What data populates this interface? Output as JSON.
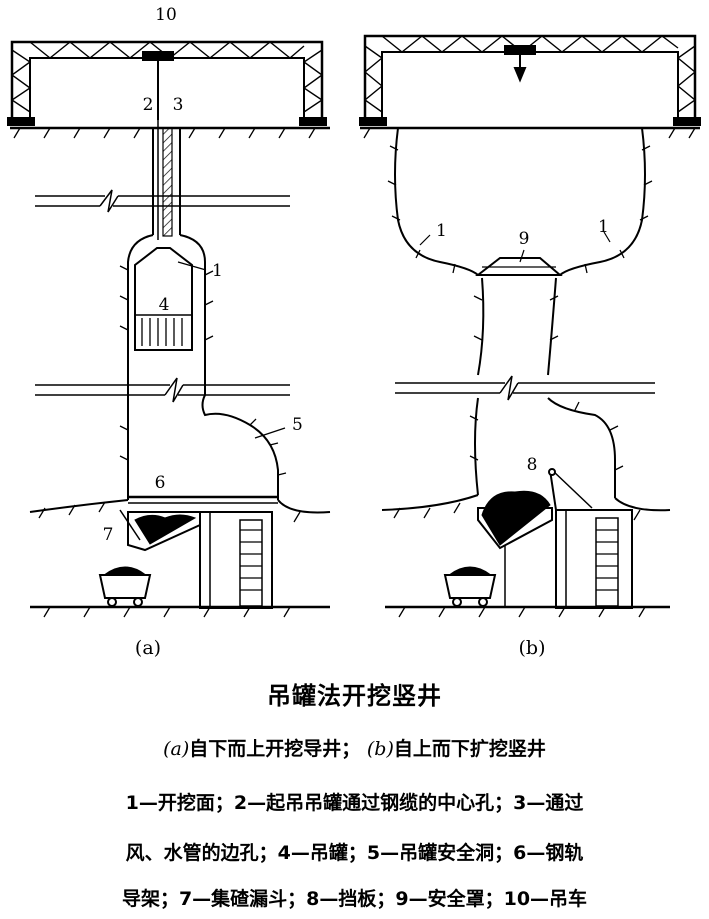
{
  "figure": {
    "panel_a_caption": "(a)",
    "panel_b_caption": "(b)",
    "callouts_a": [
      "10",
      "2",
      "3",
      "1",
      "4",
      "5",
      "6",
      "7"
    ],
    "callouts_b": [
      "1",
      "9",
      "1",
      "8"
    ]
  },
  "caption": {
    "title": "吊罐法开挖竖井",
    "subtitle_a_mark": "(a)",
    "subtitle_a_text": "自下而上开挖导井；",
    "subtitle_b_mark": "(b)",
    "subtitle_b_text": "自上而下扩挖竖井",
    "legend_line1": "1—开挖面；2—起吊吊罐通过钢缆的中心孔；3—通过",
    "legend_line2": "风、水管的边孔；4—吊罐；5—吊罐安全洞；6—钢轨",
    "legend_line3": "导架；7—集碴漏斗；8—挡板；9—安全罩；10—吊车"
  }
}
